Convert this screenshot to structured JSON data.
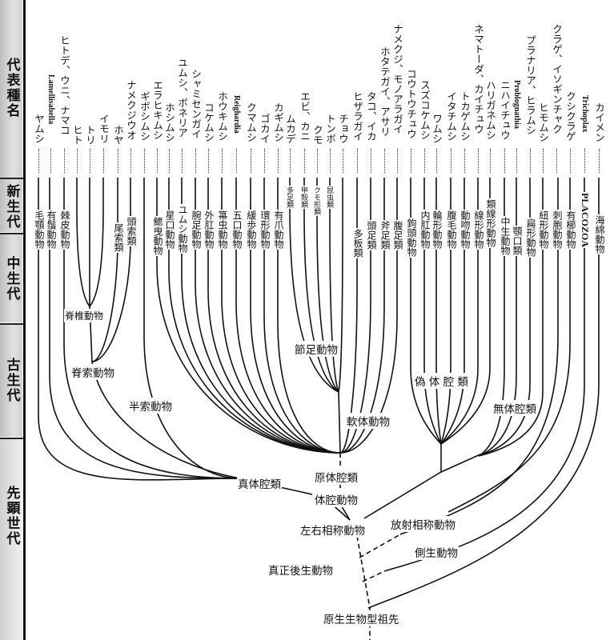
{
  "sidebar": {
    "representative_species": "代表種名",
    "eras": [
      "新生代",
      "中生代",
      "古生代",
      "先顕世代"
    ]
  },
  "columns": [
    {
      "species": "ヤムシ",
      "phylum": "毛顎動物"
    },
    {
      "species": "Lamellisabella",
      "phylum": "有鬚動物"
    },
    {
      "species": "ヒトデ、ウニ、ナマコ",
      "phylum": "棘皮動物"
    },
    {
      "species": "ヒト",
      "phylum": ""
    },
    {
      "species": "トリ",
      "phylum": ""
    },
    {
      "species": "イモリ",
      "phylum": ""
    },
    {
      "species": "ホヤ",
      "phylum": "尾索類"
    },
    {
      "species": "ナメクジウオ",
      "phylum": "頭索類"
    },
    {
      "species": "ギボシムシ",
      "phylum": ""
    },
    {
      "species": "エラヒキムシ",
      "phylum": "鰓曳動物"
    },
    {
      "species": "ホシムシ",
      "phylum": "星口動物"
    },
    {
      "species": "ユムシ、ボネリア",
      "phylum": "ユムシ動物"
    },
    {
      "species": "シャミセンガイ",
      "phylum": "腕足動物"
    },
    {
      "species": "コケムシ",
      "phylum": "外肛動物"
    },
    {
      "species": "ホウキムシ",
      "phylum": "箒虫動物"
    },
    {
      "species": "Reighardia",
      "phylum": "五口動物"
    },
    {
      "species": "クマムシ",
      "phylum": "緩歩動物"
    },
    {
      "species": "ゴカイ",
      "phylum": "環形動物"
    },
    {
      "species": "カギムシ",
      "phylum": "有爪動物"
    },
    {
      "species": "ムカデ",
      "phylum": "多足類"
    },
    {
      "species": "エビ、カニ",
      "phylum": "甲殻類"
    },
    {
      "species": "クモ",
      "phylum": "クモ形類"
    },
    {
      "species": "トンボ",
      "phylum": "昆虫類"
    },
    {
      "species": "チョウ",
      "phylum": ""
    },
    {
      "species": "ヒザラガイ",
      "phylum": "多板類"
    },
    {
      "species": "タコ、イカ",
      "phylum": "頭足類"
    },
    {
      "species": "ホタテガイ、アサリ",
      "phylum": "斧足類"
    },
    {
      "species": "ナメクジ、モノアラガイ",
      "phylum": "腹足類"
    },
    {
      "species": "コウトウチュウ",
      "phylum": "鉤頭動物"
    },
    {
      "species": "スズコケムシ",
      "phylum": "内肛動物"
    },
    {
      "species": "ワムシ",
      "phylum": "輪形動物"
    },
    {
      "species": "イタチムシ",
      "phylum": "腹毛動物"
    },
    {
      "species": "トカゲムシ",
      "phylum": "動吻動物"
    },
    {
      "species": "ネマトーダ、カイチュウ",
      "phylum": "線形動物"
    },
    {
      "species": "ハリガネムシ",
      "phylum": "類線形動物"
    },
    {
      "species": "ニハイチュウ",
      "phylum": "中生動物"
    },
    {
      "species": "Problognathia",
      "phylum": "顎口類"
    },
    {
      "species": "プラナリア、ヒラムシ",
      "phylum": "扁形動物"
    },
    {
      "species": "ヒモムシ",
      "phylum": "紐形動物"
    },
    {
      "species": "クラゲ、イソギンチャク",
      "phylum": "刺胞動物"
    },
    {
      "species": "クシクラゲ",
      "phylum": "有櫛動物"
    },
    {
      "species": "Trichoplax",
      "phylum": "PLACOZOA"
    },
    {
      "species": "カイメン",
      "phylum": "海綿動物"
    }
  ],
  "clades": {
    "vertebrata": "脊椎動物",
    "chordata": "脊索動物",
    "hemichordata": "半索動物",
    "arthropoda": "節足動物",
    "mollusca": "軟体動物",
    "pseudocoelomata": "偽 体 腔 類",
    "acoelomata": "無体腔類",
    "eucoelomata": "真体腔類",
    "protocoelomata": "原体腔類",
    "coelomata": "体腔動物",
    "bilateria": "左右相称動物",
    "radiata": "放射相称動物",
    "parazoa": "側生動物",
    "eumetazoa": "真正後生動物",
    "ancestor": "原生生物型祖先"
  }
}
